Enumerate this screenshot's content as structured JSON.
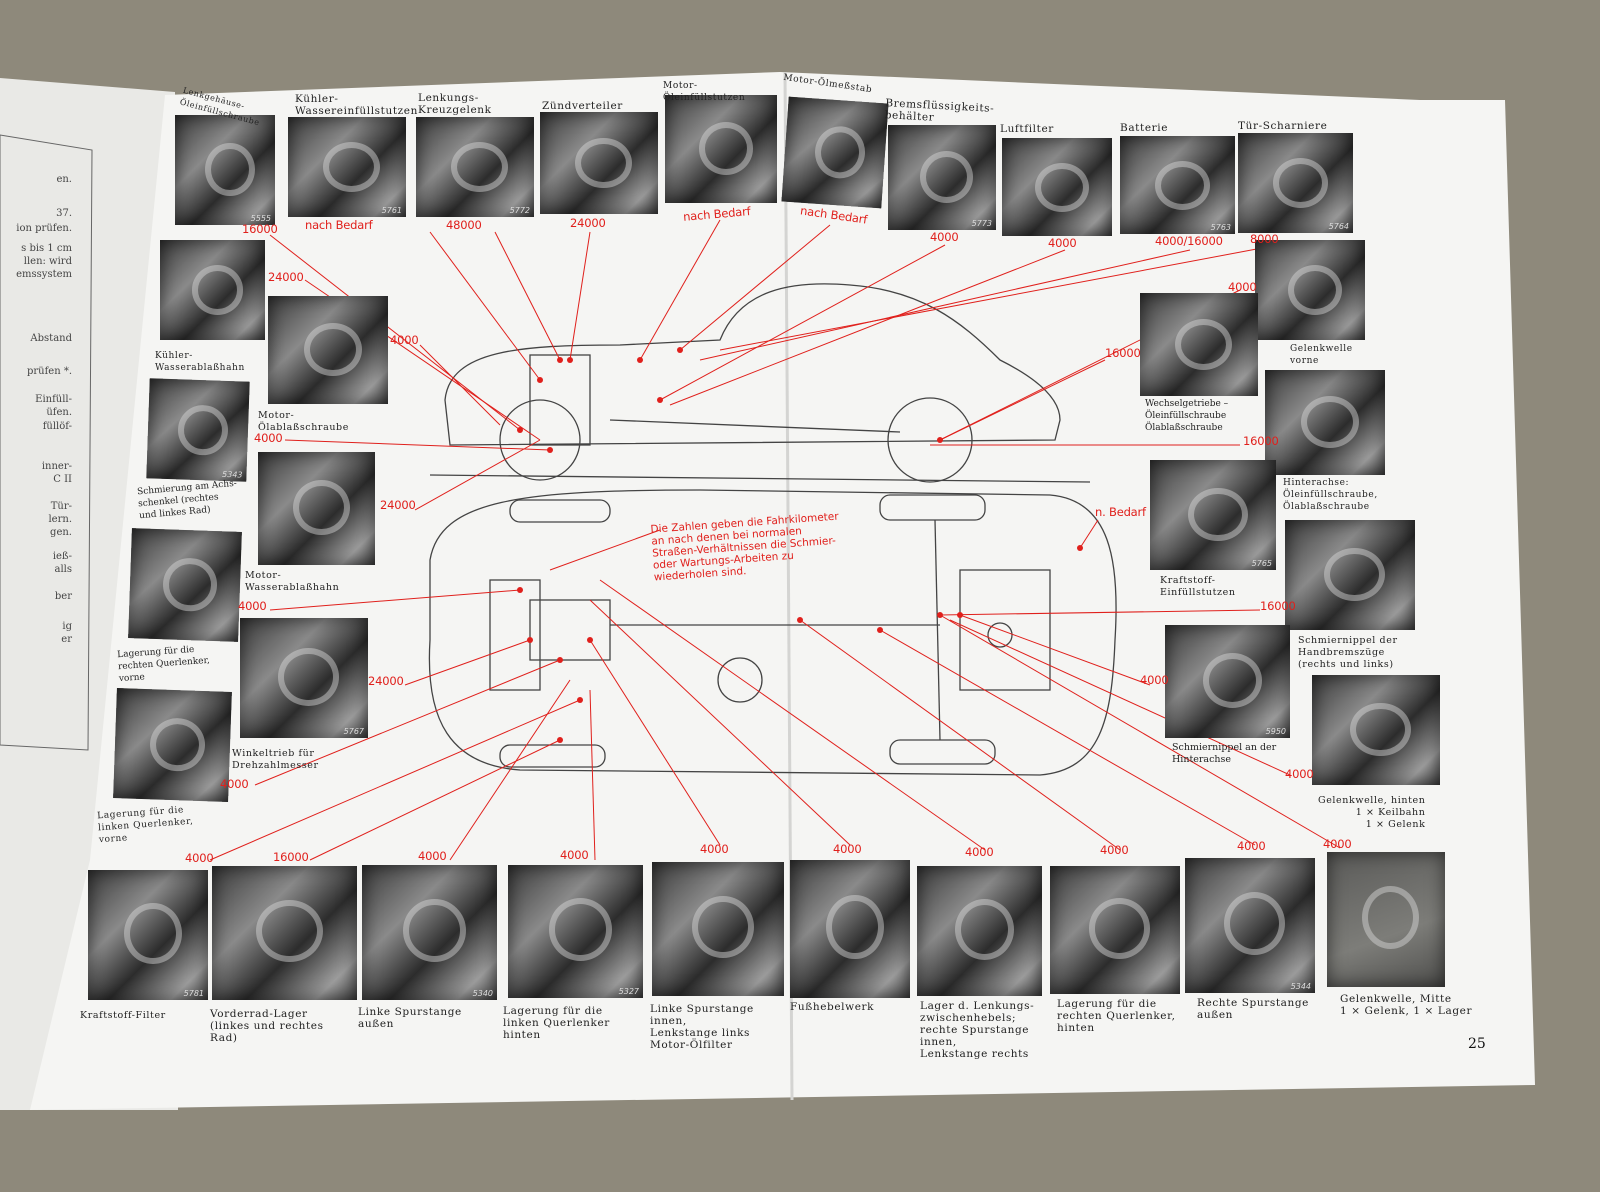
{
  "left_page_fragments": [
    "en.",
    "37.",
    "ion prüfen.",
    "s bis 1 cm",
    "llen: wird",
    "emssystem",
    "Abstand",
    "prüfen *.",
    "Einfüll-",
    "üfen.",
    "füllöf-",
    "inner-",
    "C II",
    "Tür-",
    "lern.",
    "gen.",
    "ieß-",
    "alls",
    "ber",
    "ig",
    "er"
  ],
  "note": "Die Zahlen geben die Fahrkilometer an nach denen bei normalen Straßen-Verhältnissen die Schmier-oder Wartungs-Arbeiten zu wiederholen sind.",
  "page_number": "25",
  "top_row": [
    {
      "label": "Lenkgehäuse-\nÖleinfüllschraube",
      "code": "5555",
      "interval": "16000"
    },
    {
      "label": "Kühler-\nWassereinfüllstutzen",
      "code": "5761",
      "interval": "nach Bedarf"
    },
    {
      "label": "Lenkungs-\nKreuzgelenk",
      "code": "5772",
      "interval": "48000"
    },
    {
      "label": "Zündverteiler",
      "code": "",
      "interval": "24000"
    },
    {
      "label": "Motor-\nÖleinfüllstutzen",
      "code": "",
      "interval": "nach Bedarf"
    },
    {
      "label": "Motor-Ölmeßstab",
      "code": "",
      "interval": "nach Bedarf"
    },
    {
      "label": "Bremsflüssigkeits-\nbehälter",
      "code": "5773",
      "interval": "4000"
    },
    {
      "label": "Luftfilter",
      "code": "",
      "interval": "4000"
    },
    {
      "label": "Batterie",
      "code": "5763",
      "interval": "4000/16000"
    },
    {
      "label": "Tür-Scharniere",
      "code": "5764",
      "interval": "8000"
    }
  ],
  "left_side": [
    {
      "label": "Kühler-\nWasserablaßhahn",
      "code": "",
      "interval": "24000"
    },
    {
      "label": "Motor-\nÖlablaßschraube",
      "code": "",
      "interval": "4000"
    },
    {
      "label": "Schmierung am Achs-\nschenkel (rechtes\nund linkes Rad)",
      "code": "5343",
      "interval": "4000"
    },
    {
      "label": "Motor-\nWasserablaßhahn",
      "code": "",
      "interval": "24000"
    },
    {
      "label": "Lagerung für die\nrechten Querlenker,\nvorne",
      "code": "",
      "interval": "4000"
    },
    {
      "label": "Winkeltrieb für\nDrehzahlmesser",
      "code": "5767",
      "interval": "24000"
    },
    {
      "label": "Lagerung für die\nlinken Querlenker,\nvorne",
      "code": "",
      "interval": "4000"
    }
  ],
  "right_side": [
    {
      "label": "Gelenkwelle\nvorne",
      "code": "",
      "interval": "4000"
    },
    {
      "label": "Wechselgetriebe –\nÖleinfüllschraube\nÖlablaßschraube",
      "code": "",
      "interval": "16000"
    },
    {
      "label": "Hinterachse:\nÖleinfüllschraube,\nÖlablaßschraube",
      "code": "",
      "interval": "16000"
    },
    {
      "label": "Kraftstoff-\nEinfüllstutzen",
      "code": "5765",
      "interval": "n. Bedarf"
    },
    {
      "label": "Schmiernippel der\nHandbremszüge\n(rechts und links)",
      "code": "",
      "interval": "16000"
    },
    {
      "label": "Schmiernippel an der\nHinterachse",
      "code": "5950",
      "interval": "4000"
    },
    {
      "label": "Gelenkwelle, hinten\n1 × Keilbahn\n1 × Gelenk",
      "code": "",
      "interval": "4000"
    }
  ],
  "bottom_row": [
    {
      "label": "Kraftstoff-Filter",
      "code": "5781",
      "interval": "4000"
    },
    {
      "label": "Vorderrad-Lager\n(linkes und rechtes\nRad)",
      "code": "",
      "interval": "16000"
    },
    {
      "label": "Linke Spurstange\naußen",
      "code": "5340",
      "interval": "4000"
    },
    {
      "label": "Lagerung für die\nlinken Querlenker\nhinten",
      "code": "5327",
      "interval": "4000"
    },
    {
      "label": "Linke Spurstange\ninnen,\nLenkstange links\nMotor-Ölfilter",
      "code": "",
      "interval": "4000"
    },
    {
      "label": "Fußhebelwerk",
      "code": "",
      "interval": "4000"
    },
    {
      "label": "Lager d. Lenkungs-\nzwischenhebels;\nrechte Spurstange\ninnen,\nLenkstange rechts",
      "code": "",
      "interval": "4000"
    },
    {
      "label": "Lagerung für die\nrechten Querlenker,\nhinten",
      "code": "",
      "interval": "4000"
    },
    {
      "label": "Rechte Spurstange\naußen",
      "code": "5344",
      "interval": "4000"
    },
    {
      "label": "Gelenkwelle, Mitte\n1 × Gelenk, 1 × Lager",
      "code": "",
      "interval": "4000"
    }
  ],
  "colors": {
    "accent_red": "#e0201c",
    "paper": "#f4f4f2",
    "table": "#8e897b"
  }
}
